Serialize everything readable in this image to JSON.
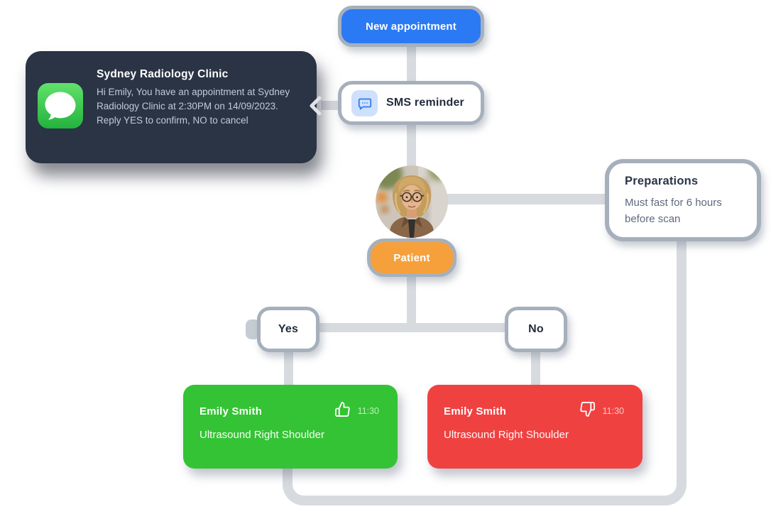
{
  "diagram": {
    "new_appointment": {
      "label": "New appointment"
    },
    "sms_reminder": {
      "label": "SMS reminder"
    },
    "sms_notification": {
      "title": "Sydney Radiology Clinic",
      "message": "Hi Emily, You have an appointment at Sydney Radiology Clinic at 2:30PM on 14/09/2023. Reply YES to confirm, NO to cancel"
    },
    "patient": {
      "label": "Patient"
    },
    "preparations": {
      "title": "Preparations",
      "body": "Must fast for 6 hours before scan"
    },
    "branch_yes": {
      "label": "Yes"
    },
    "branch_no": {
      "label": "No"
    },
    "confirmed_appointment": {
      "patient_name": "Emily Smith",
      "procedure": "Ultrasound Right Shoulder",
      "time": "11:30",
      "icon": "thumbs-up-icon"
    },
    "declined_appointment": {
      "patient_name": "Emily Smith",
      "procedure": "Ultrasound Right Shoulder",
      "time": "11:30",
      "icon": "thumbs-down-icon"
    }
  },
  "colors": {
    "accent_blue": "#2b7af3",
    "dark_card": "#2a3445",
    "patient_orange": "#f6a03c",
    "confirmed_green": "#34c334",
    "declined_red": "#f04141",
    "connector_gray": "#d7dade",
    "node_border_gray": "#a6b0bc",
    "imessage_green": "#23b33d"
  }
}
